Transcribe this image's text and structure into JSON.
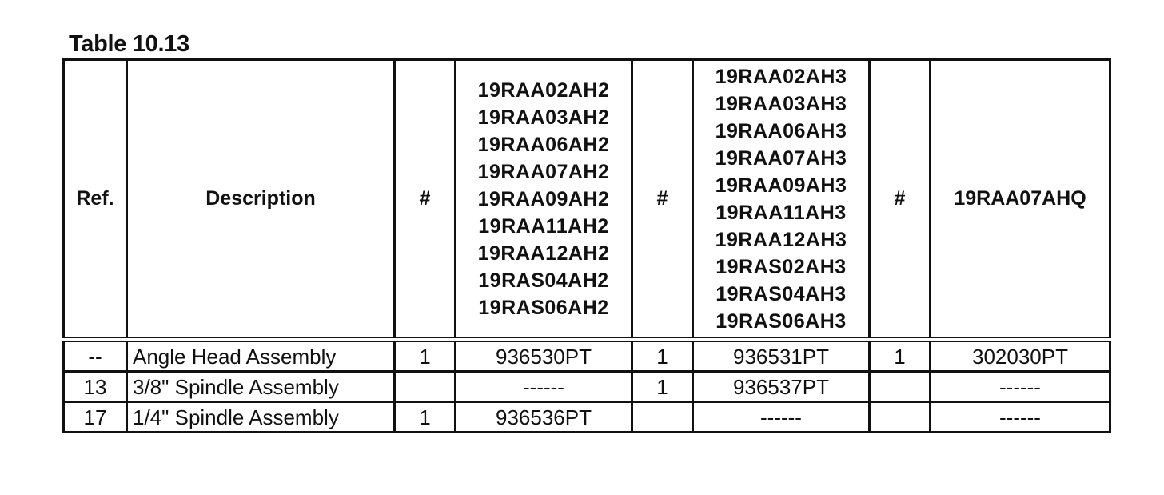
{
  "table": {
    "caption": "Table 10.13",
    "headers": {
      "ref": "Ref.",
      "description": "Description",
      "qty1": "#",
      "qty2": "#",
      "qty3": "#",
      "models1": [
        "19RAA02AH2",
        "19RAA03AH2",
        "19RAA06AH2",
        "19RAA07AH2",
        "19RAA09AH2",
        "19RAA11AH2",
        "19RAA12AH2",
        "19RAS04AH2",
        "19RAS06AH2"
      ],
      "models2": [
        "19RAA02AH3",
        "19RAA03AH3",
        "19RAA06AH3",
        "19RAA07AH3",
        "19RAA09AH3",
        "19RAA11AH3",
        "19RAA12AH3",
        "19RAS02AH3",
        "19RAS04AH3",
        "19RAS06AH3"
      ],
      "models3": "19RAA07AHQ"
    },
    "rows": [
      {
        "ref": "--",
        "description": "Angle Head Assembly",
        "qty1": "1",
        "part1": "936530PT",
        "qty2": "1",
        "part2": "936531PT",
        "qty3": "1",
        "part3": "302030PT"
      },
      {
        "ref": "13",
        "description": "3/8\" Spindle Assembly",
        "qty1": "",
        "part1": "------",
        "qty2": "1",
        "part2": "936537PT",
        "qty3": "",
        "part3": "------"
      },
      {
        "ref": "17",
        "description": "1/4\" Spindle Assembly",
        "qty1": "1",
        "part1": "936536PT",
        "qty2": "",
        "part2": "------",
        "qty3": "",
        "part3": "------"
      }
    ]
  }
}
